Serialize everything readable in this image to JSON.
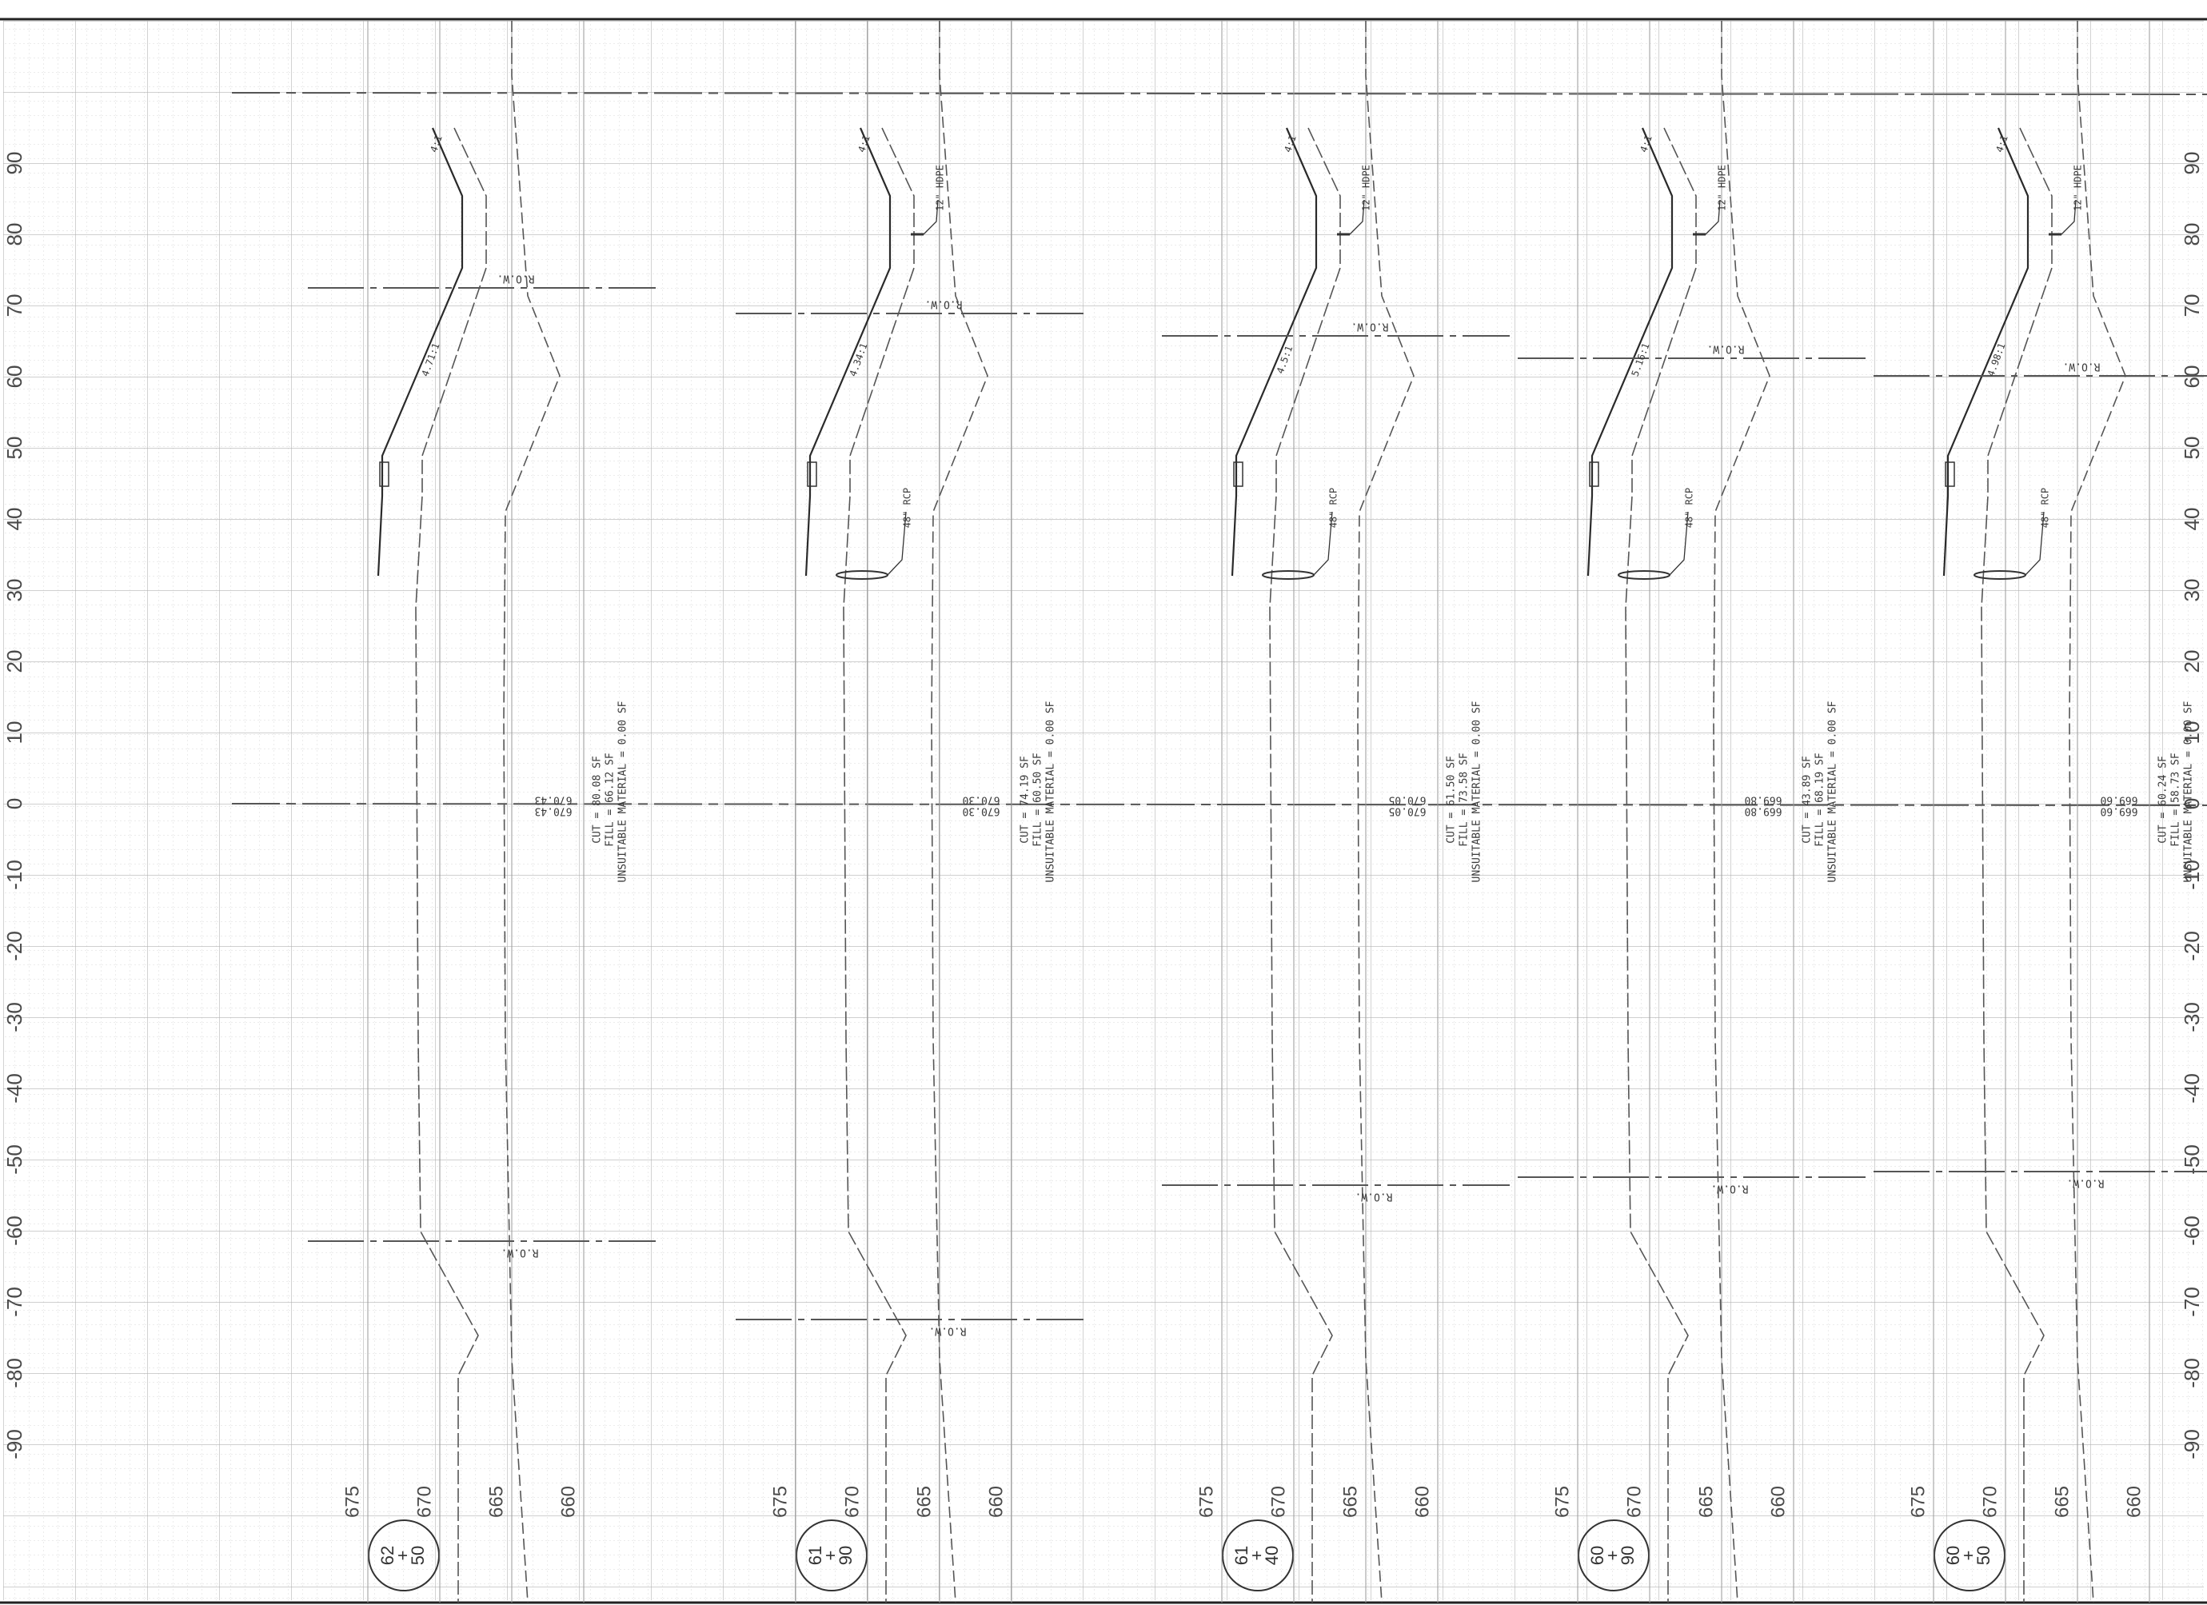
{
  "colors": {
    "background": "#ffffff",
    "grid_minor": "#d4d4d4",
    "grid_major": "#a9a9a9",
    "ink": "#333333"
  },
  "offset_axis": {
    "labels": [
      "90",
      "80",
      "70",
      "60",
      "50",
      "40",
      "30",
      "20",
      "10",
      "0",
      "-10",
      "-20",
      "-30",
      "-40",
      "-50",
      "-60",
      "-70",
      "-80",
      "-90"
    ]
  },
  "sections": [
    {
      "station": "62+50",
      "station_parts": [
        "62",
        "+",
        "50"
      ],
      "elevations": [
        "675",
        "670",
        "665",
        "660"
      ],
      "row_label_top": "R.O.W.",
      "row_label_bottom": "R.O.W.",
      "cl_elev_1": "670.43",
      "cl_elev_2": "670.43",
      "cut": "CUT = 80.08 SF",
      "fill": "FILL = 66.12 SF",
      "unsuitable": "UNSUITABLE MATERIAL = 0.00 SF",
      "slope_top": "4:1",
      "slope_main": "4.71:1",
      "pipe_rcp": "",
      "pipe_hdpe": ""
    },
    {
      "station": "61+90",
      "station_parts": [
        "61",
        "+",
        "90"
      ],
      "elevations": [
        "675",
        "670",
        "665",
        "660"
      ],
      "row_label_top": "R.O.W.",
      "row_label_bottom": "R.O.W.",
      "cl_elev_1": "670.30",
      "cl_elev_2": "670.30",
      "cut": "CUT = 74.19 SF",
      "fill": "FILL = 60.50 SF",
      "unsuitable": "UNSUITABLE MATERIAL = 0.00 SF",
      "slope_top": "4:1",
      "slope_main": "4.34:1",
      "pipe_rcp": "48\" RCP",
      "pipe_hdpe": "12\" HDPE"
    },
    {
      "station": "61+40",
      "station_parts": [
        "61",
        "+",
        "40"
      ],
      "elevations": [
        "675",
        "670",
        "665",
        "660"
      ],
      "row_label_top": "R.O.W.",
      "row_label_bottom": "R.O.W.",
      "cl_elev_1": "670.05",
      "cl_elev_2": "670.05",
      "cut": "CUT = 61.50 SF",
      "fill": "FILL = 73.58 SF",
      "unsuitable": "UNSUITABLE MATERIAL = 0.00 SF",
      "slope_top": "4:1",
      "slope_main": "4.5:1",
      "pipe_rcp": "48\" RCP",
      "pipe_hdpe": "12\" HDPE"
    },
    {
      "station": "60+90",
      "station_parts": [
        "60",
        "+",
        "90"
      ],
      "elevations": [
        "675",
        "670",
        "665",
        "660"
      ],
      "row_label_top": "R.O.W.",
      "row_label_bottom": "R.O.W.",
      "cl_elev_1": "669.80",
      "cl_elev_2": "669.80",
      "cut": "CUT = 43.89 SF",
      "fill": "FILL = 68.19 SF",
      "unsuitable": "UNSUITABLE MATERIAL = 0.00 SF",
      "slope_top": "4:1",
      "slope_main": "5.16:1",
      "pipe_rcp": "48\" RCP",
      "pipe_hdpe": "12\" HDPE"
    },
    {
      "station": "60+50",
      "station_parts": [
        "60",
        "+",
        "50"
      ],
      "elevations": [
        "675",
        "670",
        "665",
        "660"
      ],
      "row_label_top": "R.O.W.",
      "row_label_bottom": "R.O.W.",
      "cl_elev_1": "669.60",
      "cl_elev_2": "669.60",
      "cut": "CUT = 60.24 SF",
      "fill": "FILL = 58.73 SF",
      "unsuitable": "UNSUITABLE MATERIAL = 0.00 SF",
      "slope_top": "4:1",
      "slope_main": "4.98:1",
      "pipe_rcp": "48\" RCP",
      "pipe_hdpe": "12\" HDPE"
    }
  ]
}
